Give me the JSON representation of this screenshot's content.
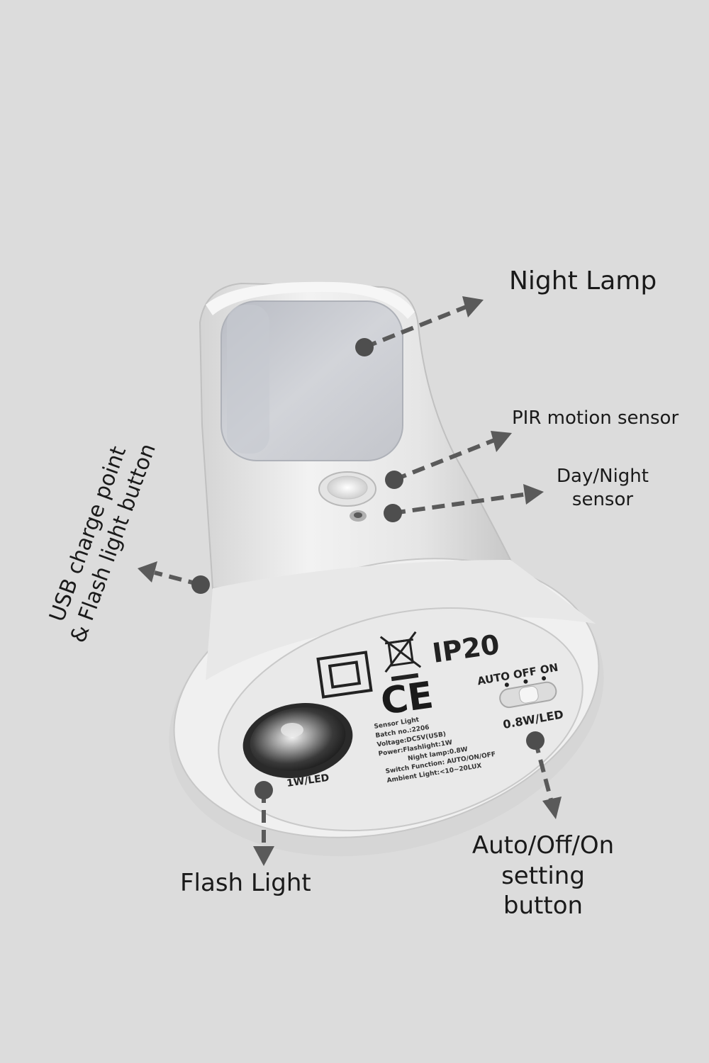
{
  "labels": {
    "night_lamp": "Night Lamp",
    "pir_sensor": "PIR motion sensor",
    "day_night_line1": "Day/Night",
    "day_night_line2": "sensor",
    "usb_line1": "USB charge point",
    "usb_line2": "& Flash light button",
    "flash_light": "Flash Light",
    "auto_line1": "Auto/Off/On",
    "auto_line2": "setting button"
  },
  "device": {
    "ip_rating": "IP20",
    "ce_mark": "CE",
    "switch_label": "AUTO OFF ON",
    "led_rating_right": "0.8W/LED",
    "led_rating_left": "1W/LED",
    "spec_lines": [
      "Sensor Light",
      "Batch no.:2206",
      "Voltage:DC5V(USB)",
      "Power:Flashlight:1W",
      "Night lamp:0.8W",
      "Switch Function: AUTO/ON/OFF",
      "Ambient Light:<10~20LUX"
    ]
  },
  "colors": {
    "background": "#dcdcdc",
    "arrow": "#5a5a5a",
    "device_body": "#eeeeee",
    "lamp_panel": "#c9ccd2"
  }
}
